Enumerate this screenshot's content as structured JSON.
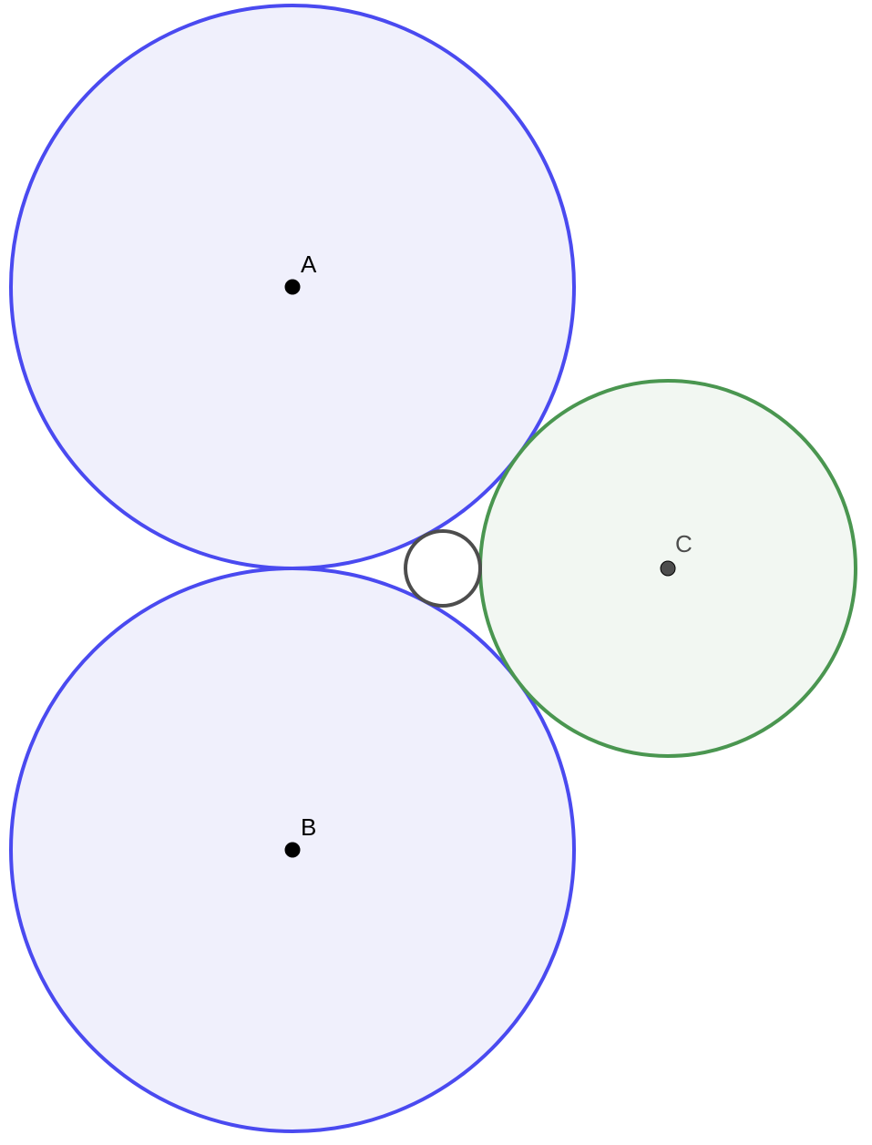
{
  "diagram": {
    "circles": [
      {
        "id": "circle-a",
        "center_label": "A",
        "stroke": "#4a4af0",
        "fill": "#f0f0fc"
      },
      {
        "id": "circle-b",
        "center_label": "B",
        "stroke": "#4a4af0",
        "fill": "#f0f0fc"
      },
      {
        "id": "circle-c",
        "center_label": "C",
        "stroke": "#4a9650",
        "fill": "#f2f7f2"
      },
      {
        "id": "inner-circle",
        "center_label": "",
        "stroke": "#4d4d4d",
        "fill": "#ffffff"
      }
    ],
    "points": [
      {
        "label": "A",
        "color": "#000000"
      },
      {
        "label": "B",
        "color": "#000000"
      },
      {
        "label": "C",
        "color": "#4d4d4d"
      }
    ]
  }
}
